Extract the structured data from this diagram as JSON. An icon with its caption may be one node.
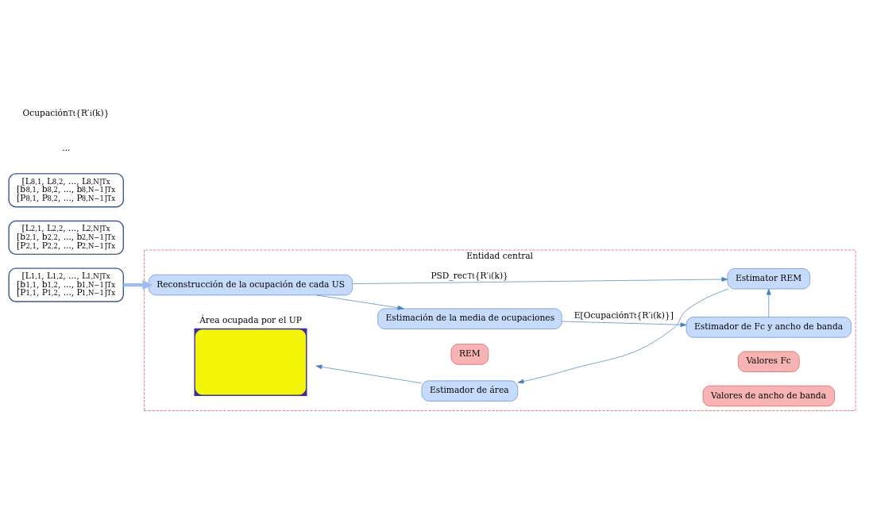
{
  "diagram": {
    "nodes": [
      {
        "text": [
          "[L$_{1,1}$, L$_{1,2}$, ..., L$_{1,N}$]$_{Tx}$",
          "[b$_{1,1}$, b$_{1,2}$, ..., b$_{1,N−1}$]$_{Tx}$",
          "[P$_{1,1}$, P$_{1,2}$, ..., P$_{1,N−1}$]$_{Tx}$"
        ]
      },
      {
        "text": [
          "[L$_{2,1}$, L$_{2,2}$, ..., L$_{2,N}$]$_{Tx}$",
          "[b$_{2,1}$, b$_{2,2}$, ..., b$_{2,N−1}$]$_{Tx}$",
          "[P$_{2,1}$, P$_{2,2}$, ..., P$_{2,N−1}$]$_{Tx}$"
        ]
      },
      {
        "text": [
          "[L$_{8,1}$, L$_{8,2}$, ..., L$_{8,N}$]$_{Tx}$",
          "[b$_{8,1}$, b$_{8,2}$, ..., b$_{8,N−1}$]$_{Tx}$",
          "[P$_{8,1}$, P$_{8,2}$, ..., P$_{8,N−1}$]$_{Tx}$"
        ]
      },
      {
        "text": [
          "Entidad central"
        ]
      },
      {
        "text": [
          "Reconstrucción de la ocupación de cada US"
        ],
        "in": 3
      },
      {
        "text": [
          "Estimación de la media de ocupaciones"
        ],
        "in": 3
      },
      {
        "text": [
          "Estimador de Fc y ancho de banda"
        ],
        "in": 3
      },
      {
        "text": [
          "Valores Fc"
        ],
        "in": 3
      },
      {
        "text": [
          "Valores de ancho de banda"
        ],
        "in": 3
      },
      {
        "text": [
          "Estimator REM"
        ],
        "in": 3
      },
      {
        "text": [
          "REM"
        ],
        "in": 3
      },
      {
        "text": [
          "Estimador de área"
        ],
        "in": 3
      },
      {
        "text": [
          "Área ocupada por el UP"
        ],
        "in": 3
      }
    ],
    "edges": [
      {
        "from": 0,
        "to": 4,
        "arrow": "to",
        "style": "thick"
      },
      {
        "from": 4,
        "to": 5,
        "arrow": "to"
      },
      {
        "from": 5,
        "to": 6,
        "arrow": "to",
        "label": "E[Ocupación$_{Tt}${R′$_{i}$(k)}]"
      },
      {
        "from": 4,
        "to": 9,
        "arrow": "to",
        "label": "PSD_rec$_{Tt}${R′$_{i}$(k)}"
      },
      {
        "from": 6,
        "to": 9,
        "arrow": "to"
      },
      {
        "from": 9,
        "to": 11,
        "arrow": "to"
      },
      {
        "from": 11,
        "to": 12,
        "arrow": "to"
      }
    ],
    "labels": [
      "...",
      "Ocupación$_{Tt}${R′$_{i}$(k)}"
    ]
  }
}
